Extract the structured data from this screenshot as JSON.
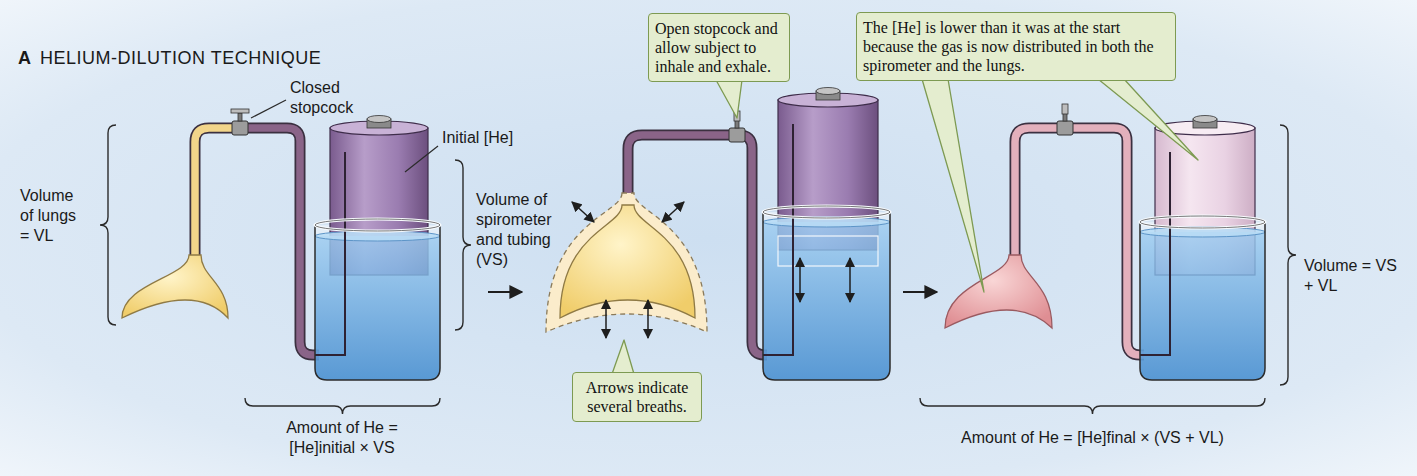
{
  "diagram": {
    "title": "HELIUM-DILUTION TECHNIQUE",
    "nodes": [
      {
        "text": [
          "Open stopcock and allow subject to inhale and exhale."
        ]
      },
      {
        "text": [
          "Arrows indicate several breaths."
        ]
      },
      {
        "text": [
          "The [He] is lower than it was at the start because the gas is now distributed in both the spirometer and the lungs."
        ]
      }
    ],
    "labels": [
      "A",
      "Closed stopcock",
      "Initial [He]",
      "Volume of lungs = VL",
      "Volume of spirometer and tubing (VS)",
      "Amount of He = [He]initial × VS",
      "Volume = VS + VL",
      "Amount of He = [He]final × (VS + VL)"
    ]
  }
}
